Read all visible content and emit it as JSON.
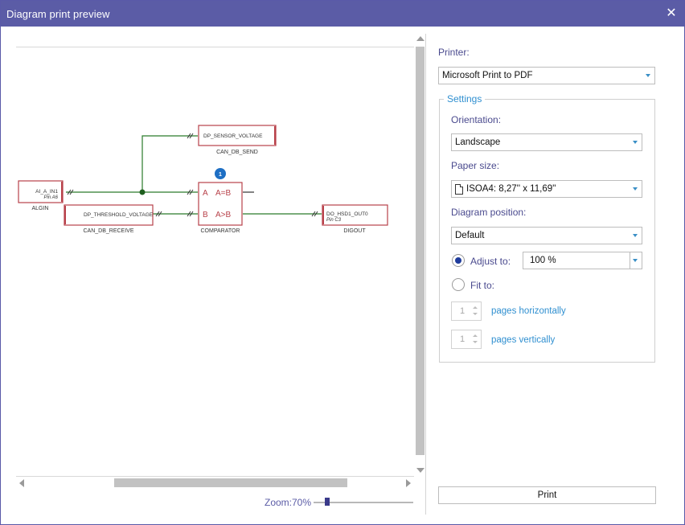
{
  "window": {
    "title": "Diagram print preview"
  },
  "icons": {
    "close": "close-icon",
    "document": "document-icon"
  },
  "diagram": {
    "blocks": {
      "ai_pin_label": "AI_A_IN1",
      "ai_pin_sub": "Pin A6",
      "ai_caption": "ALGIN",
      "sensor_label": "DP_SENSOR_VOLTAGE",
      "sensor_caption": "CAN_DB_SEND",
      "threshold_label": "DP_THRESHOLD_VOLTAGE",
      "threshold_caption": "CAN_DB_RECEIVE",
      "comparator_port_a": "A",
      "comparator_port_b": "B",
      "comparator_out_eq": "A=B",
      "comparator_out_gt": "A>B",
      "comparator_caption": "COMPARATOR",
      "comparator_badge": "1",
      "digout_label": "DO_HSD1_OUT0",
      "digout_sub": "Pin C3",
      "digout_caption": "DIGOUT"
    },
    "colors": {
      "block_border": "#b8414a",
      "wire": "#2a7a2a",
      "badge": "#1e6fc4"
    }
  },
  "zoom": {
    "label": "Zoom:70%",
    "value_percent": 70
  },
  "panel": {
    "printer_label": "Printer:",
    "printer_value": "Microsoft Print to PDF",
    "settings_legend": "Settings",
    "orientation_label": "Orientation:",
    "orientation_value": "Landscape",
    "paper_label": "Paper size:",
    "paper_value": "ISOA4: 8,27'' x 11,69''",
    "position_label": "Diagram position:",
    "position_value": "Default",
    "adjust_label": "Adjust to:",
    "adjust_value": "100 %",
    "fit_label": "Fit to:",
    "pages_h_value": "1",
    "pages_h_label": "pages horizontally",
    "pages_v_value": "1",
    "pages_v_label": "pages vertically",
    "print_button": "Print"
  },
  "colors": {
    "titlebar": "#5b5ca6",
    "accent_text": "#4a4a8e",
    "link": "#2f8fd0"
  }
}
